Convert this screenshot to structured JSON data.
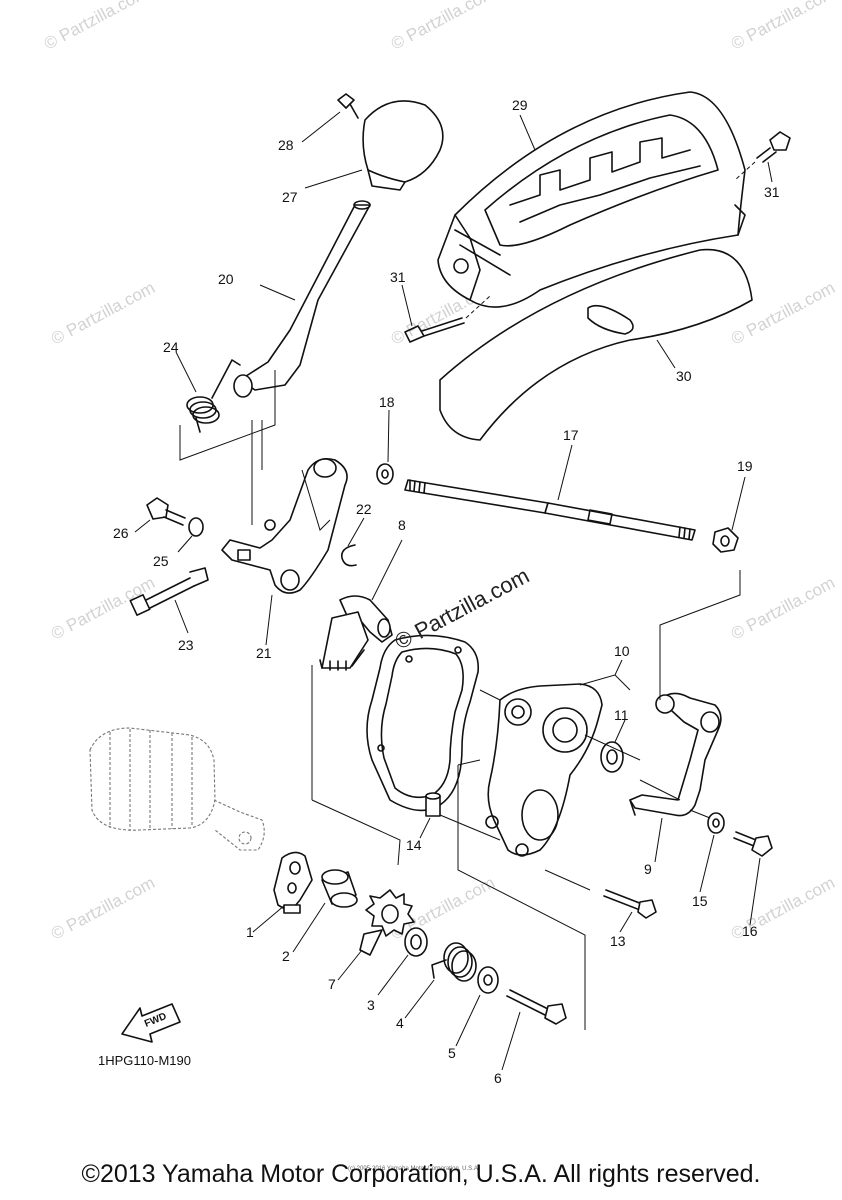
{
  "diagram": {
    "part_labels": [
      "1",
      "2",
      "3",
      "4",
      "5",
      "6",
      "7",
      "8",
      "9",
      "10",
      "11",
      "13",
      "14",
      "15",
      "16",
      "17",
      "18",
      "19",
      "20",
      "21",
      "22",
      "23",
      "24",
      "25",
      "26",
      "27",
      "28",
      "29",
      "30",
      "31",
      "31"
    ],
    "diagram_code": "1HPG110-M190",
    "fwd_arrow_text": "FWD",
    "watermark": "© Partzilla.com",
    "small_copyright": "(c) 2005-2016 Yamaha Motor Corporation, U.S.A.",
    "copyright": "©2013 Yamaha Motor Corporation, U.S.A. All rights reserved."
  }
}
